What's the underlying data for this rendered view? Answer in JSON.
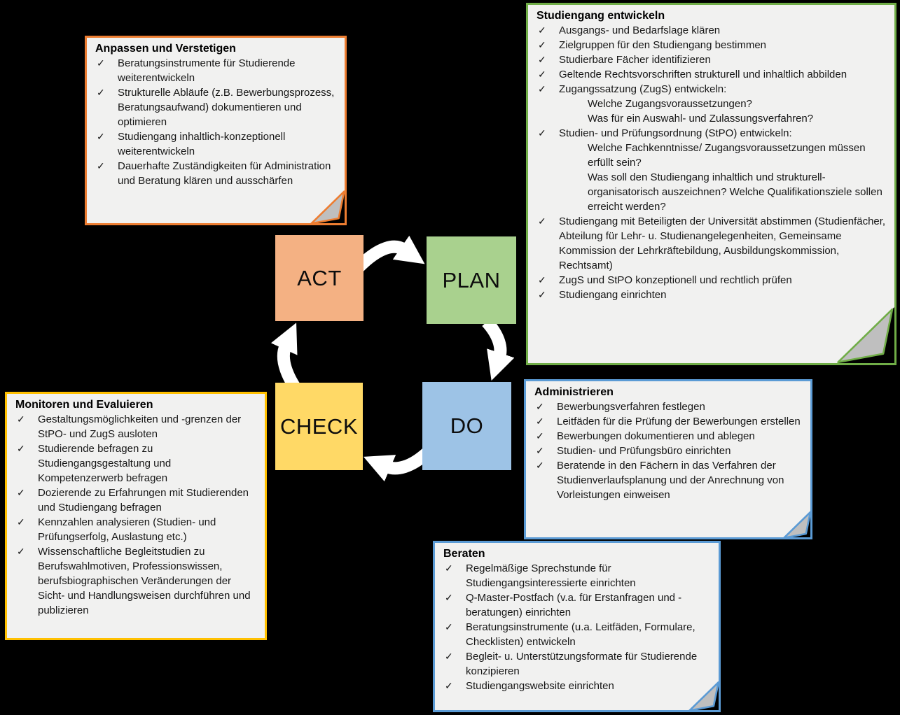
{
  "diagram_title": "PDCA cycle for study-programme development (Q-Master)",
  "check_glyph": "✓",
  "cycle": {
    "act": "ACT",
    "plan": "PLAN",
    "check": "CHECK",
    "do": "DO",
    "colors": {
      "act": "#F4B183",
      "plan": "#A9D18E",
      "check": "#FFD966",
      "do": "#9DC3E6"
    },
    "arrow_color": "#FFFFFF"
  },
  "note_style": {
    "background": "#F1F1F0",
    "fold_gray": "#BFBFBF",
    "text_color": "#161616"
  },
  "notes": [
    {
      "id": "anpassen",
      "title": "Anpassen und Verstetigen",
      "accent": "#ED7D31",
      "folded": true,
      "items": [
        {
          "text": "Beratungsinstrumente für Studierende weiterentwickeln"
        },
        {
          "text": "Strukturelle Abläufe (z.B. Bewerbungsprozess, Beratungsaufwand) dokumentieren und optimieren"
        },
        {
          "text": "Studiengang inhaltlich-konzeptionell weiterentwickeln"
        },
        {
          "text": "Dauerhafte Zuständigkeiten für Administration und Beratung klären und ausschärfen"
        }
      ]
    },
    {
      "id": "entwickeln",
      "title": "Studiengang entwickeln",
      "accent": "#70AD47",
      "folded": true,
      "items": [
        {
          "text": "Ausgangs- und Bedarfslage klären"
        },
        {
          "text": "Zielgruppen für den Studiengang bestimmen"
        },
        {
          "text": "Studierbare Fächer identifizieren"
        },
        {
          "text": "Geltende Rechtsvorschriften strukturell und inhaltlich abbilden"
        },
        {
          "text": "Zugangssatzung (ZugS) entwickeln:",
          "sub": [
            "Welche Zugangsvoraussetzungen?",
            "Was für ein Auswahl- und Zulassungsverfahren?"
          ]
        },
        {
          "text": "Studien- und Prüfungsordnung (StPO) entwickeln:",
          "sub": [
            "Welche Fachkenntnisse/ Zugangsvoraussetzungen müssen erfüllt sein?",
            "Was soll den Studiengang inhaltlich und strukturell-organisatorisch auszeichnen? Welche Qualifikationsziele sollen erreicht werden?"
          ]
        },
        {
          "text": "Studiengang mit Beteiligten der Universität abstimmen (Studienfächer, Abteilung für Lehr- u. Studienangelegenheiten, Gemeinsame Kommission der Lehrkräftebildung, Ausbildungskommission, Rechtsamt)"
        },
        {
          "text": "ZugS und StPO konzeptionell und rechtlich prüfen"
        },
        {
          "text": "Studiengang einrichten"
        }
      ]
    },
    {
      "id": "administrieren",
      "title": "Administrieren",
      "accent": "#5B9BD5",
      "folded": true,
      "items": [
        {
          "text": "Bewerbungsverfahren festlegen"
        },
        {
          "text": "Leitfäden für die Prüfung der Bewerbungen erstellen"
        },
        {
          "text": "Bewerbungen dokumentieren und ablegen"
        },
        {
          "text": "Studien- und Prüfungsbüro einrichten"
        },
        {
          "text": "Beratende in den Fächern in das Verfahren der Studienverlaufsplanung und der Anrechnung von Vorleistungen einweisen"
        }
      ]
    },
    {
      "id": "beraten",
      "title": "Beraten",
      "accent": "#5B9BD5",
      "folded": true,
      "items": [
        {
          "text": "Regelmäßige Sprechstunde für Studiengangsinteressierte einrichten"
        },
        {
          "text": "Q-Master-Postfach (v.a. für Erstanfragen und -beratungen) einrichten"
        },
        {
          "text": "Beratungsinstrumente (u.a. Leitfäden, Formulare, Checklisten) entwickeln"
        },
        {
          "text": "Begleit- u. Unterstützungsformate für Studierende konzipieren"
        },
        {
          "text": "Studiengangswebsite einrichten"
        }
      ]
    },
    {
      "id": "monitoren",
      "title": "Monitoren und Evaluieren",
      "accent": "#FFC000",
      "folded": false,
      "items": [
        {
          "text": "Gestaltungsmöglichkeiten und -grenzen der StPO- und ZugS ausloten"
        },
        {
          "text": "Studierende befragen zu Studiengangsgestaltung und Kompetenzerwerb befragen"
        },
        {
          "text": "Dozierende zu Erfahrungen mit Studierenden und Studiengang befragen"
        },
        {
          "text": "Kennzahlen analysieren (Studien- und Prüfungserfolg, Auslastung etc.)"
        },
        {
          "text": "Wissenschaftliche Begleitstudien zu Berufswahlmotiven, Professionswissen, berufsbiographischen Veränderungen der Sicht- und Handlungsweisen durchführen und publizieren"
        }
      ]
    }
  ]
}
